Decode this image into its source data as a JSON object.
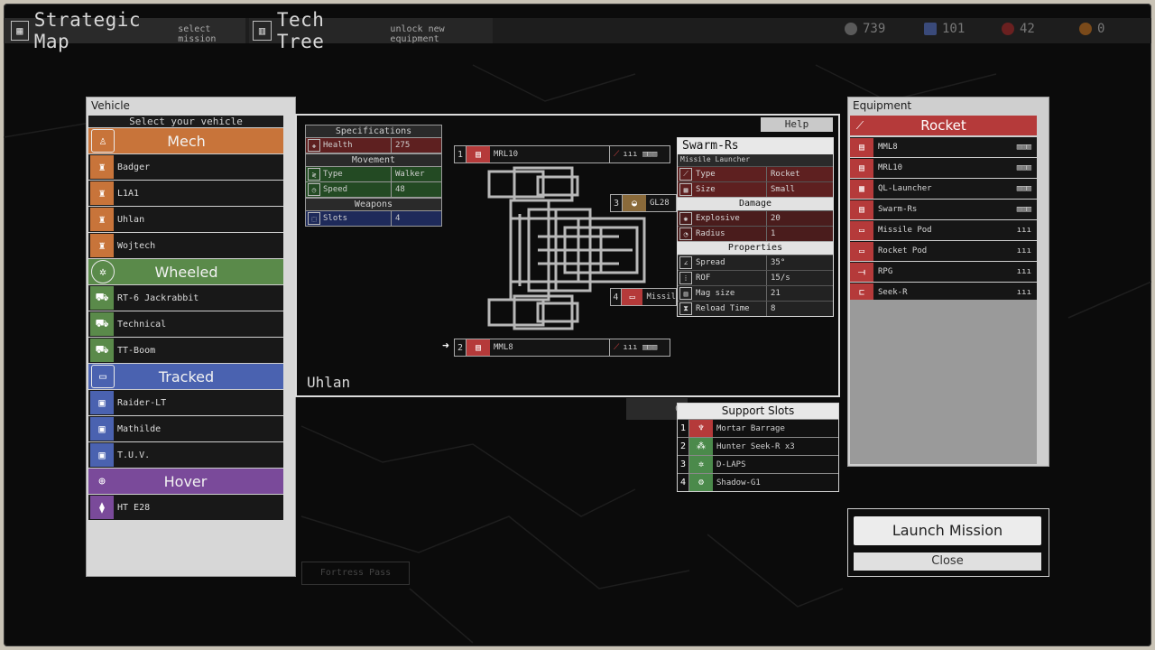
{
  "tabs": [
    {
      "title": "Strategic Map",
      "subtitle": "select mission",
      "icon": "map-icon"
    },
    {
      "title": "Tech Tree",
      "subtitle": "unlock new equipment",
      "icon": "tech-tree-icon"
    }
  ],
  "resources": [
    {
      "value": "739",
      "icon": "gear-resource-icon",
      "color": "#8a8a8a"
    },
    {
      "value": "101",
      "icon": "cube-resource-icon",
      "color": "#4a5a8a"
    },
    {
      "value": "42",
      "icon": "target-resource-icon",
      "color": "#8a2a2a"
    },
    {
      "value": "0",
      "icon": "coin-resource-icon",
      "color": "#9a6a2a"
    }
  ],
  "vehicle_panel": {
    "title": "Vehicle",
    "subtitle": "Select your vehicle",
    "categories": [
      {
        "label": "Mech",
        "color": "#c8743a",
        "items": [
          "Badger",
          "L1A1",
          "Uhlan",
          "Wojtech"
        ]
      },
      {
        "label": "Wheeled",
        "color": "#5a8a4a",
        "items": [
          "RT-6 Jackrabbit",
          "Technical",
          "TT-Boom"
        ]
      },
      {
        "label": "Tracked",
        "color": "#4a62b0",
        "items": [
          "Raider-LT",
          "Mathilde",
          "T.U.V."
        ]
      },
      {
        "label": "Hover",
        "color": "#7a4a9a",
        "items": [
          "HT E28"
        ]
      }
    ]
  },
  "specs": {
    "specifications_header": "Specifications",
    "health_label": "Health",
    "health_value": "275",
    "movement_header": "Movement",
    "type_label": "Type",
    "type_value": "Walker",
    "speed_label": "Speed",
    "speed_value": "48",
    "weapons_header": "Weapons",
    "slots_label": "Slots",
    "slots_value": "4"
  },
  "help_label": "Help",
  "weapon_slots": [
    {
      "num": "1",
      "name": "MRL10",
      "ammo": "ııı ▥▥▥"
    },
    {
      "num": "2",
      "name": "MML8",
      "ammo": "ııı ▥▥▥"
    },
    {
      "num": "3",
      "name": "GL28"
    },
    {
      "num": "4",
      "name": "Missil"
    }
  ],
  "vehicle_name": "Uhlan",
  "tooltip": {
    "title": "Swarm-Rs",
    "subtitle": "Missile Launcher",
    "type_label": "Type",
    "type_value": "Rocket",
    "size_label": "Size",
    "size_value": "Small",
    "damage_header": "Damage",
    "explosive_label": "Explosive",
    "explosive_value": "20",
    "radius_label": "Radius",
    "radius_value": "1",
    "properties_header": "Properties",
    "spread_label": "Spread",
    "spread_value": "35°",
    "rof_label": "ROF",
    "rof_value": "15/s",
    "mag_label": "Mag size",
    "mag_value": "21",
    "reload_label": "Reload Time",
    "reload_value": "8"
  },
  "support": {
    "title": "Support Slots",
    "items": [
      {
        "num": "1",
        "label": "Mortar Barrage"
      },
      {
        "num": "2",
        "label": "Hunter Seek-R x3"
      },
      {
        "num": "3",
        "label": "D-LAPS"
      },
      {
        "num": "4",
        "label": "Shadow-G1"
      }
    ]
  },
  "obscured_button_text": "Cl",
  "map_label": "Fortress Pass",
  "equipment": {
    "title": "Equipment",
    "category": "Rocket",
    "category_color": "#b53a3a",
    "items": [
      {
        "label": "MML8",
        "ammo": "▥▥▥"
      },
      {
        "label": "MRL10",
        "ammo": "▥▥▥"
      },
      {
        "label": "QL-Launcher",
        "ammo": "▥▥▥"
      },
      {
        "label": "Swarm-Rs",
        "ammo": "▥▥▥"
      },
      {
        "label": "Missile Pod",
        "ammo": "ııı"
      },
      {
        "label": "Rocket Pod",
        "ammo": "ııı"
      },
      {
        "label": "RPG",
        "ammo": "ııı"
      },
      {
        "label": "Seek-R",
        "ammo": "ııı"
      }
    ]
  },
  "launch_label": "Launch Mission",
  "close_label": "Close"
}
